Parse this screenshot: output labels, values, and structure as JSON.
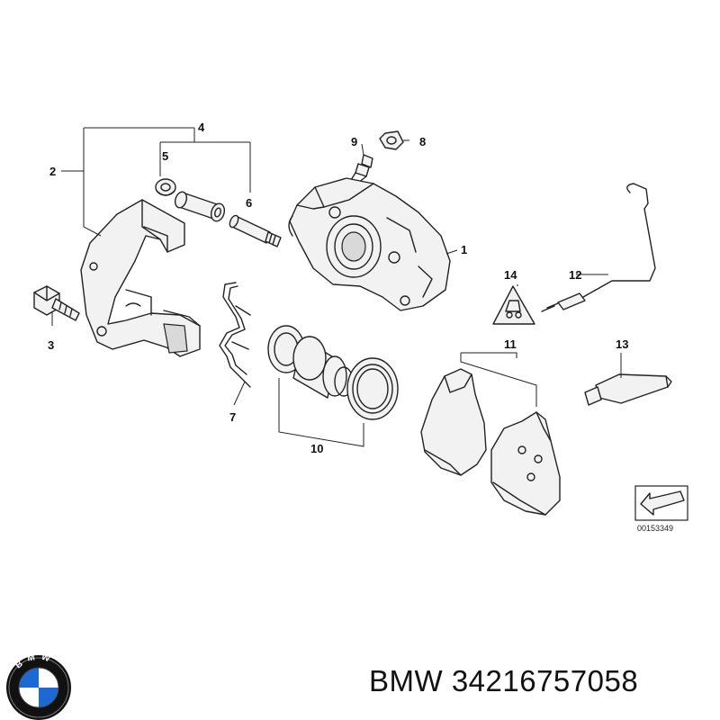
{
  "callouts": {
    "c1": "1",
    "c2": "2",
    "c3": "3",
    "c4": "4",
    "c5": "5",
    "c6": "6",
    "c7": "7",
    "c8": "8",
    "c9": "9",
    "c10": "10",
    "c11": "11",
    "c12": "12",
    "c13": "13",
    "c14": "14"
  },
  "reference_code": "00153349",
  "logo": {
    "text": "BMW",
    "colors": {
      "blue": "#1c69d4",
      "black": "#111111",
      "white": "#ffffff"
    }
  },
  "footer": {
    "label": "BMW 34216757058"
  }
}
